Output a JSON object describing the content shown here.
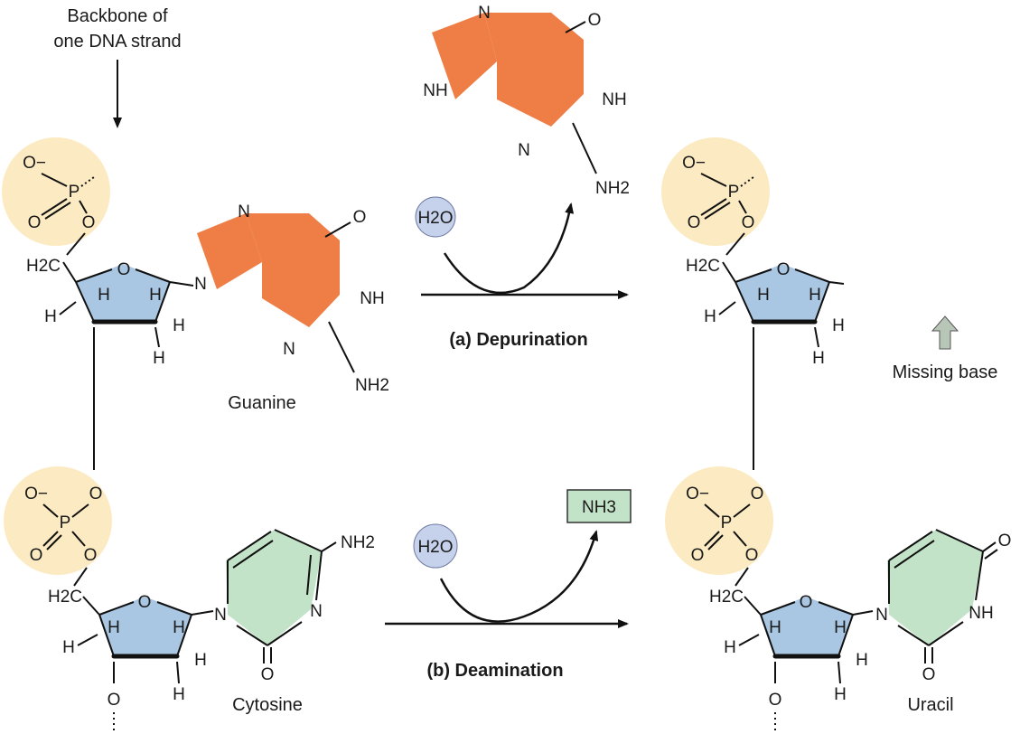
{
  "annotations": {
    "backbone_label": [
      "Backbone of",
      "one DNA strand"
    ],
    "depurination_label": "(a) Depurination",
    "deamination_label": "(b) Deamination",
    "missing_base_label": "Missing base"
  },
  "molecules": {
    "guanine": "Guanine",
    "cytosine": "Cytosine",
    "uracil": "Uracil",
    "water": "H2O",
    "ammonia": "NH3"
  },
  "atoms": {
    "O": "O",
    "O_minus": "O−",
    "P": "P",
    "H": "H",
    "N": "N",
    "NH": "NH",
    "NH2": "NH2",
    "H2C": "H2C"
  },
  "colors": {
    "phosphate": "#fcebc2",
    "sugar": "#a9c6e3",
    "purine": "#ee7e45",
    "pyrimidine": "#c3e3c8",
    "water": "#c6d2ec",
    "arrow_icon": "#b8c6b8"
  }
}
